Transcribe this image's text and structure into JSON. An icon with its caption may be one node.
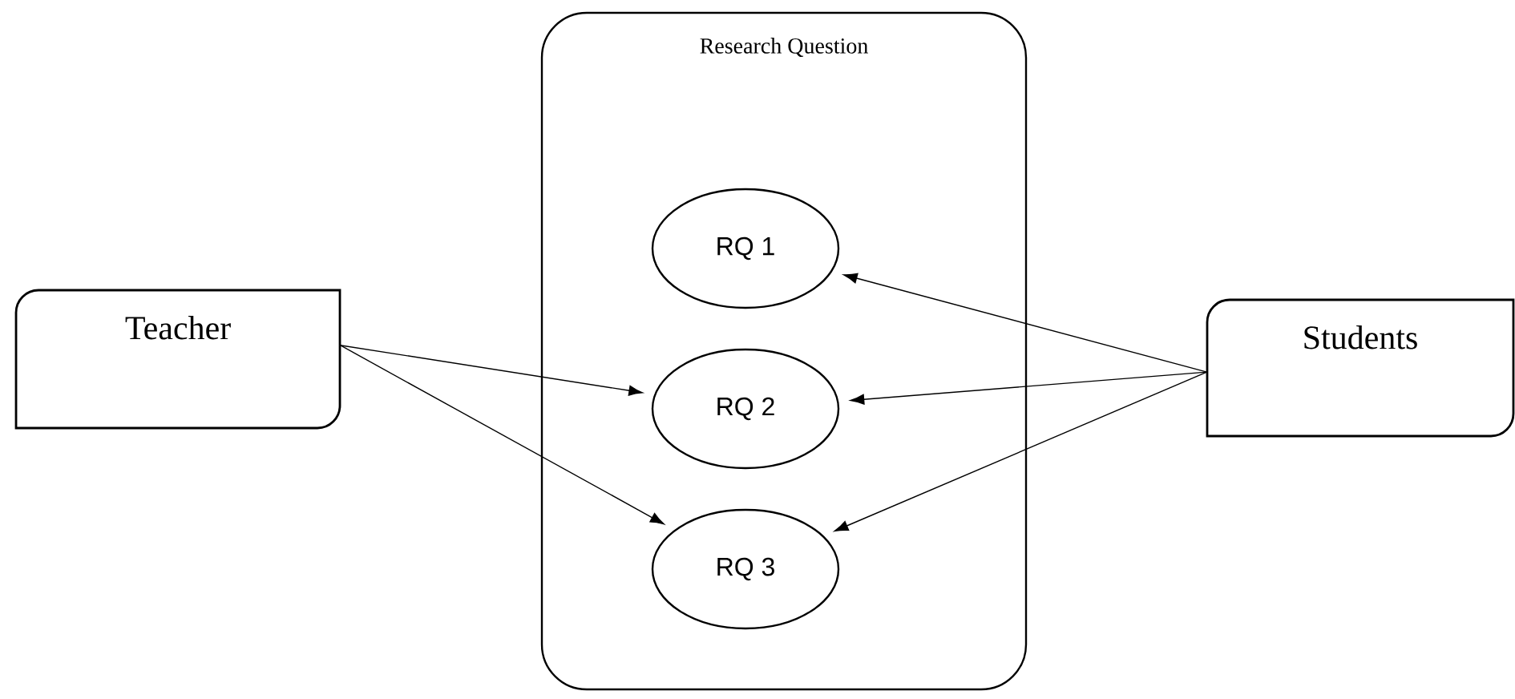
{
  "diagram": {
    "nodes": [
      {
        "text": [
          "Research Question"
        ]
      },
      {
        "text": [
          "RQ 1"
        ],
        "in": 0
      },
      {
        "text": [
          "RQ 2"
        ],
        "in": 0
      },
      {
        "text": [
          "RQ 3"
        ],
        "in": 0
      },
      {
        "text": [
          "Teacher"
        ]
      },
      {
        "text": [
          "Students"
        ]
      }
    ],
    "edges": [
      {
        "from": 4,
        "to": 2,
        "arrow": "to"
      },
      {
        "from": 4,
        "to": 3,
        "arrow": "to"
      },
      {
        "from": 5,
        "to": 1,
        "arrow": "to"
      },
      {
        "from": 5,
        "to": 2,
        "arrow": "to"
      },
      {
        "from": 5,
        "to": 3,
        "arrow": "to"
      }
    ]
  }
}
